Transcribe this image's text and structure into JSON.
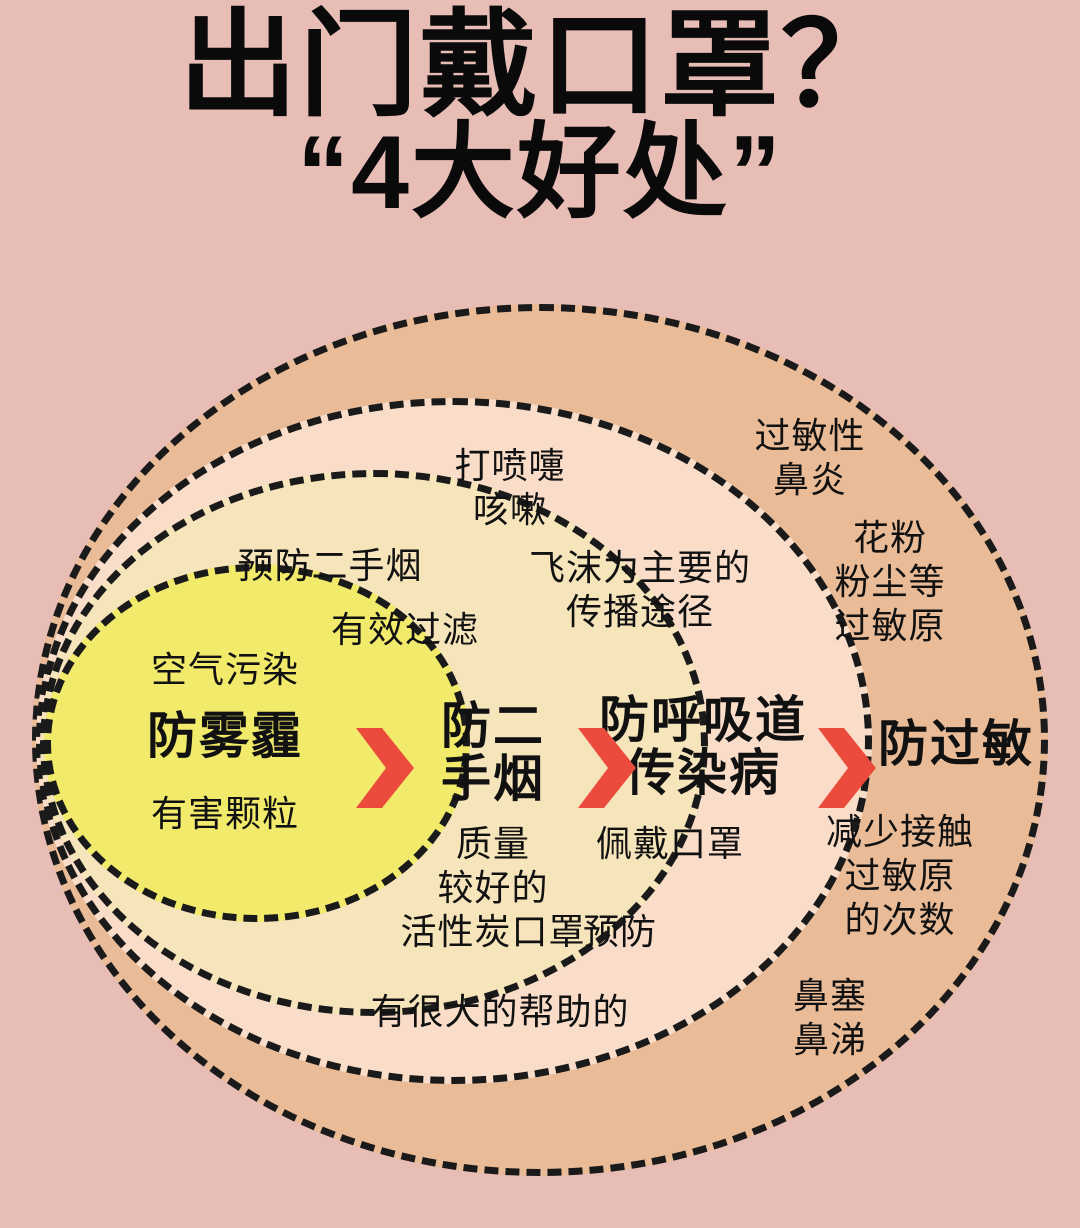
{
  "title": {
    "line1": "出门戴口罩？",
    "line2": "“4大好处”"
  },
  "colors": {
    "background": "#e8bdb6",
    "ring_1_smog": "#f1ea6b",
    "ring_2_smoke": "#f6e4ba",
    "ring_3_respiratory": "#f9ddc9",
    "ring_4_allergy": "#e9bb97",
    "arrow": "#eb4b3c",
    "text": "#111111",
    "dash_border": "#1a1a1a"
  },
  "chart_data": {
    "type": "diagram",
    "title": "出门戴口罩？“4大好处”",
    "layout": "nested-concentric-circles-left-anchored",
    "stages": [
      {
        "index": 1,
        "main": "防雾霾",
        "top": "空气污染",
        "bottom": "有害颗粒",
        "fill": "#f1ea6b"
      },
      {
        "index": 2,
        "main": "防二\n手烟",
        "top": "预防二手烟",
        "mid": "有效过滤",
        "bottom": "质量\n较好的\n活性炭口罩",
        "fill": "#f6e4ba"
      },
      {
        "index": 3,
        "main": "防呼吸道\n传染病",
        "top": "打喷嚏\n咳嗽",
        "mid": "飞沫为主要的\n传播途径",
        "lower_1": "佩戴口罩",
        "lower_2": "预防",
        "fill": "#f9ddc9"
      },
      {
        "index": 4,
        "main": "防过敏",
        "top": "过敏性\n鼻炎",
        "mid": "花粉\n粉尘等\n过敏原",
        "bottom": "减少接触\n过敏原\n的次数",
        "lower": "鼻塞\n鼻涕",
        "fill": "#e9bb97"
      }
    ],
    "note": "有很大的帮助的",
    "arrow_count": 3,
    "arrow_glyph": "chevron-right"
  }
}
